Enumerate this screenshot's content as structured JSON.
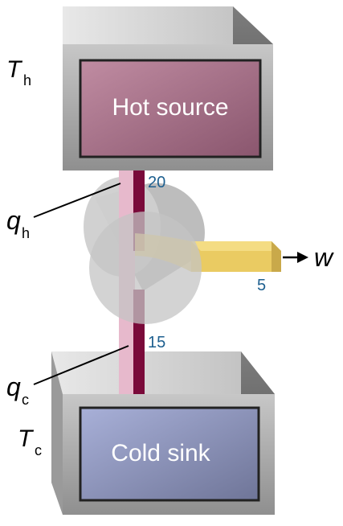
{
  "diagram": {
    "hot_box": {
      "label": "Hot source",
      "temp_symbol": "T",
      "temp_sub": "h"
    },
    "cold_box": {
      "label": "Cold sink",
      "temp_symbol": "T",
      "temp_sub": "c"
    },
    "heat_in": {
      "symbol": "q",
      "sub": "h",
      "value": "20"
    },
    "heat_out": {
      "symbol": "q",
      "sub": "c",
      "value": "15"
    },
    "work": {
      "symbol": "w",
      "value": "5"
    }
  },
  "colors": {
    "box_front": "#a4a4a4",
    "box_top": "#cfcfcf",
    "box_side": "#6f6f6f",
    "hot_face": "#b8849a",
    "cold_face": "#9aa0c4",
    "heat_stream": "#e7b9cc",
    "heat_core": "#7a0a3a",
    "work_stream": "#eacb62",
    "value_blue": "#1d5f8f"
  }
}
